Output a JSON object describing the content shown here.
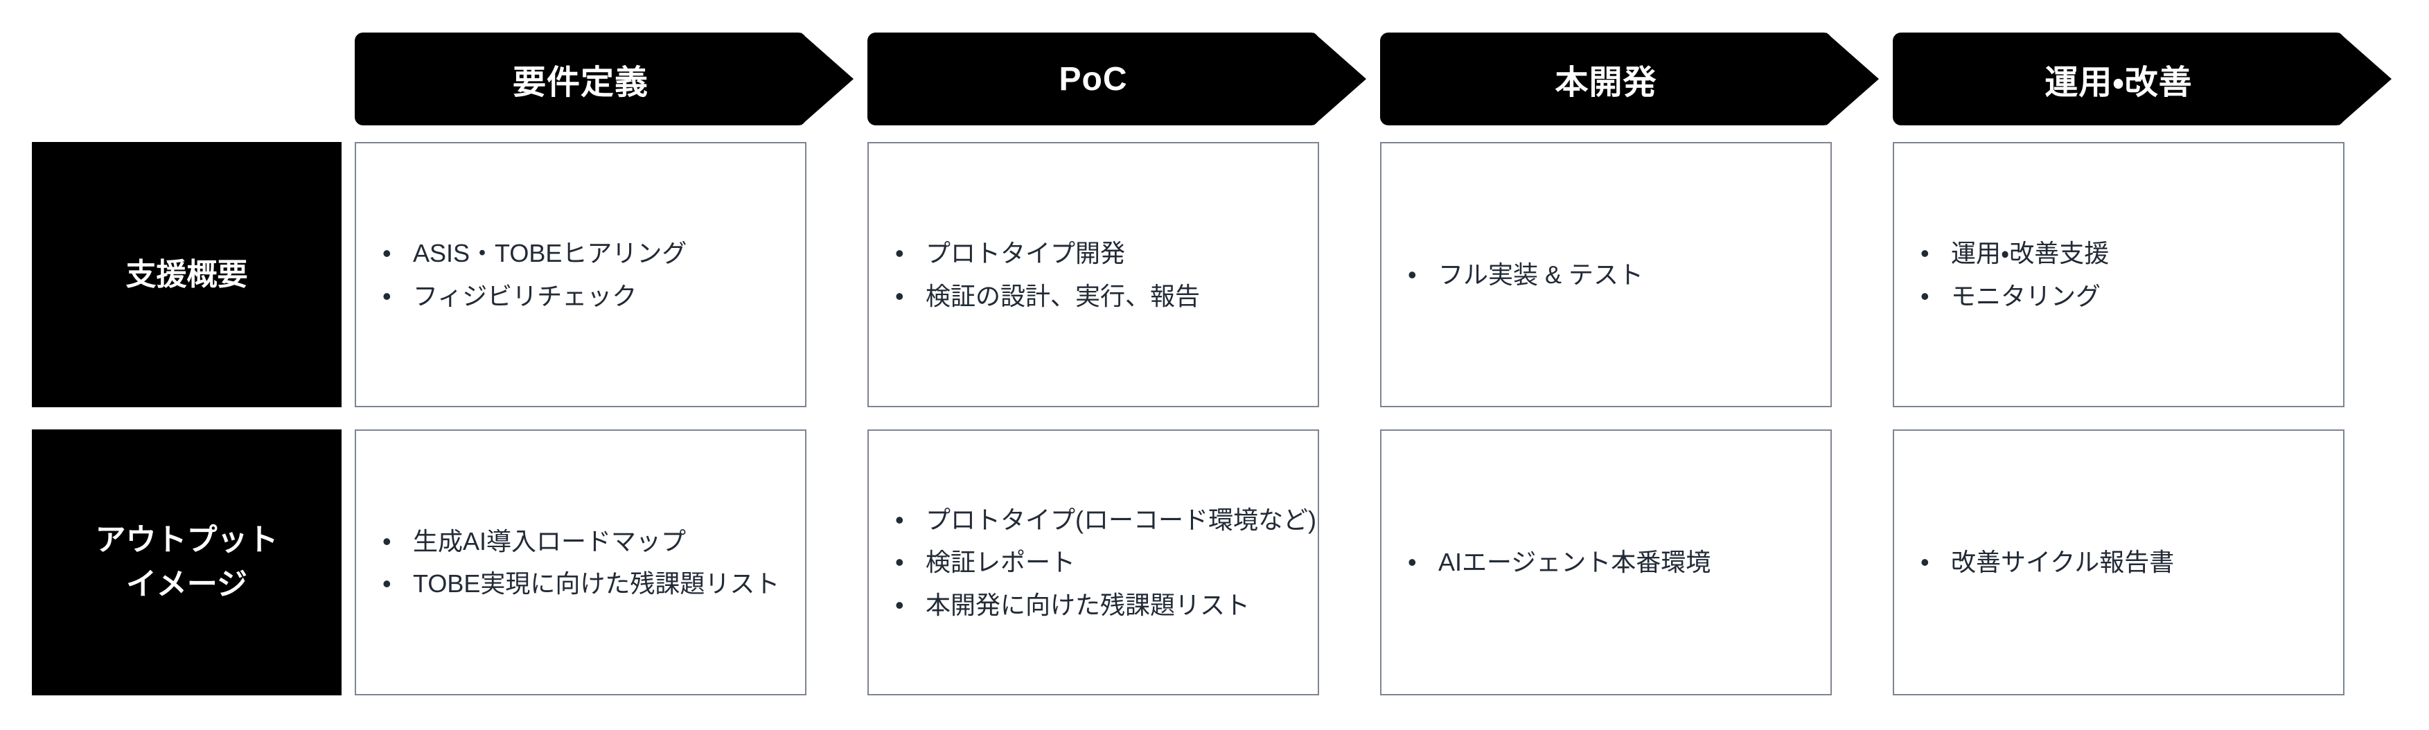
{
  "diagram": {
    "type": "process-flow-table",
    "background": "#ffffff",
    "colors": {
      "phase_arrow_fill": "#000000",
      "phase_arrow_text": "#ffffff",
      "row_label_fill": "#000000",
      "row_label_text": "#ffffff",
      "cell_border": "#7d8593",
      "cell_text": "#222a36"
    },
    "phases": [
      {
        "label": "要件定義"
      },
      {
        "label": "PoC"
      },
      {
        "label": "本開発"
      },
      {
        "label": "運用・改善"
      }
    ],
    "rows": [
      {
        "label": "支援概要",
        "cells": [
          {
            "items": [
              "ASIS・TOBEヒアリング",
              "フィジビリチェック"
            ]
          },
          {
            "items": [
              "プロトタイプ開発",
              "検証の設計、実行、報告"
            ]
          },
          {
            "items": [
              "フル実装 & テスト"
            ]
          },
          {
            "items": [
              "運用・改善支援",
              "モニタリング"
            ]
          }
        ]
      },
      {
        "label": "アウトプット\nイメージ",
        "cells": [
          {
            "items": [
              "生成AI導入ロードマップ",
              "TOBE実現に向けた残課題リスト"
            ]
          },
          {
            "items": [
              "プロトタイプ(ローコード環境など)",
              "検証レポート",
              "本開発に向けた残課題リスト"
            ]
          },
          {
            "items": [
              "AIエージェント本番環境"
            ]
          },
          {
            "items": [
              "改善サイクル報告書"
            ]
          }
        ]
      }
    ]
  }
}
